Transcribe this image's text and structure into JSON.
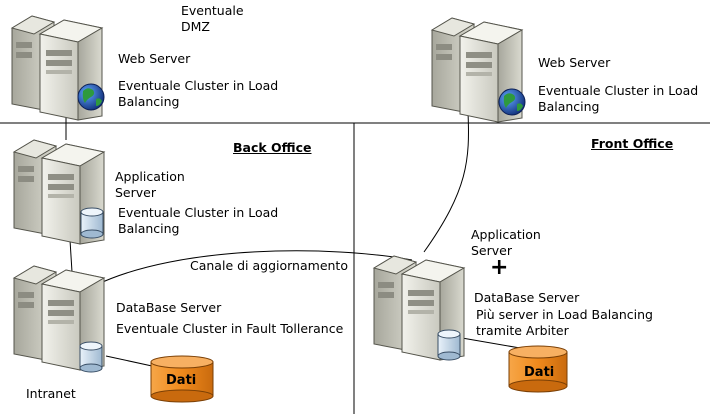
{
  "dmz": {
    "line1": "Eventuale",
    "line2": "DMZ"
  },
  "zones": {
    "back_office": "Back Office",
    "front_office": "Front Office",
    "intranet": "Intranet"
  },
  "back": {
    "web_server": {
      "title": "Web Server",
      "note": "Eventuale Cluster in Load\nBalancing"
    },
    "app_server": {
      "title": "Application\nServer",
      "note": "Eventuale Cluster in Load\nBalancing"
    },
    "db_server": {
      "title": "DataBase Server",
      "note": "Eventuale Cluster in Fault Tollerance"
    },
    "dati": "Dati"
  },
  "front": {
    "web_server": {
      "title": "Web Server",
      "note": "Eventuale Cluster in Load\nBalancing"
    },
    "app_server": {
      "title": "Application\nServer"
    },
    "plus": "+",
    "db_server": {
      "title": "DataBase Server",
      "note": "Più server in Load Balancing\ntramite Arbiter"
    },
    "dati": "Dati"
  },
  "link": {
    "label": "Canale di aggiornamento"
  },
  "colors": {
    "cylinder": "#f08a1c",
    "globe_land": "#2e9a3e",
    "globe_sea": "#1c4fa8",
    "disk": "#cfe0ef"
  }
}
